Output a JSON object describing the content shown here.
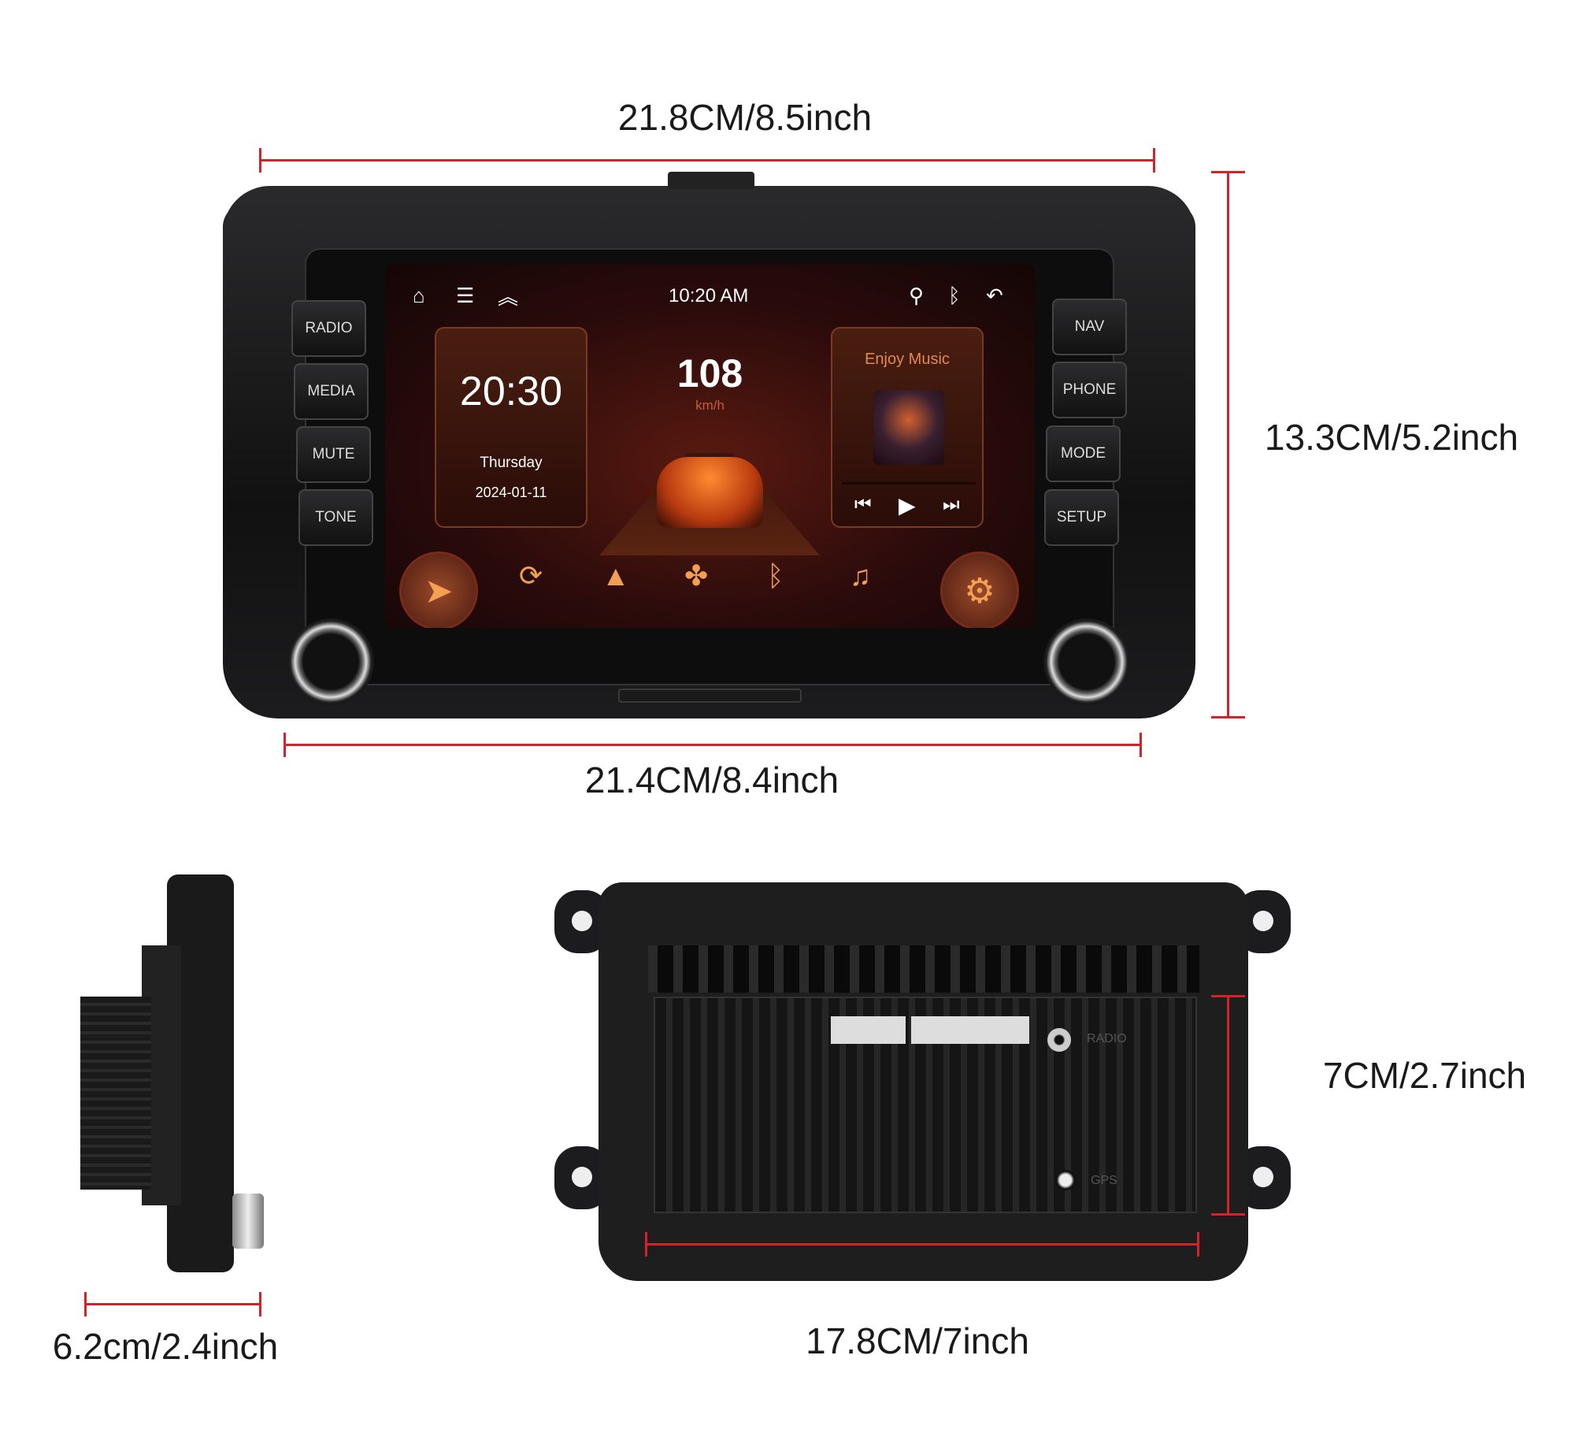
{
  "dimensions": {
    "front_top_width": "21.8CM/8.5inch",
    "front_height": "13.3CM/5.2inch",
    "front_bottom_width": "21.4CM/8.4inch",
    "side_depth": "6.2cm/2.4inch",
    "back_height": "7CM/2.7inch",
    "back_width": "17.8CM/7inch"
  },
  "hard_buttons": {
    "left": [
      "RADIO",
      "MEDIA",
      "MUTE",
      "TONE"
    ],
    "right": [
      "NAV",
      "PHONE",
      "MODE",
      "SETUP"
    ]
  },
  "screen": {
    "status_time": "10:20 AM",
    "clock": "20:30",
    "day": "Thursday",
    "date": "2024-01-11",
    "speed": "108",
    "speed_unit": "km/h",
    "music_title": "Enjoy Music"
  },
  "back_labels": {
    "radio": "RADIO",
    "gps": "GPS"
  },
  "colors": {
    "accent": "#f0a050",
    "dimension_line": "#d2232a"
  }
}
